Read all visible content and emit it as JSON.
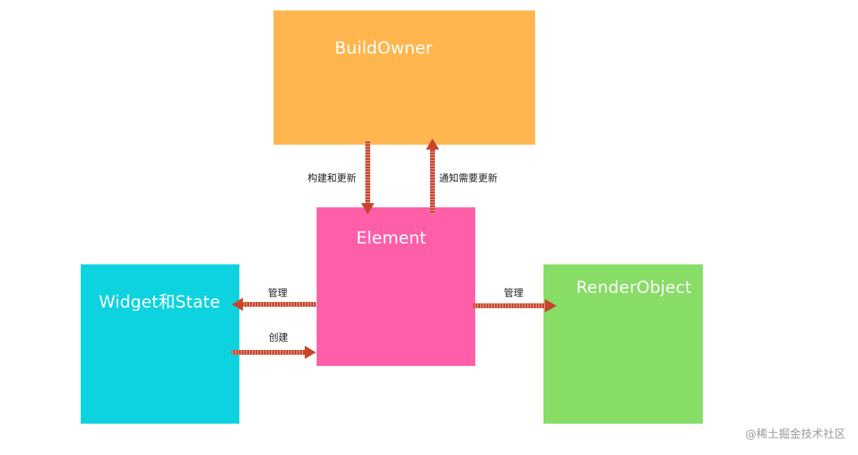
{
  "nodes": {
    "buildowner": "BuildOwner",
    "element": "Element",
    "widget": "Widget和State",
    "render": "RenderObject"
  },
  "edges": {
    "build": "构建和更新",
    "notify": "通知需要更新",
    "manage_left": "管理",
    "create": "创建",
    "manage_right": "管理"
  },
  "watermark": "@稀土掘金技术社区",
  "colors": {
    "buildowner": "#FFB64F",
    "element": "#FF5FA8",
    "widget": "#0DD3E0",
    "render": "#87DD66",
    "arrow": "#C8442C"
  }
}
